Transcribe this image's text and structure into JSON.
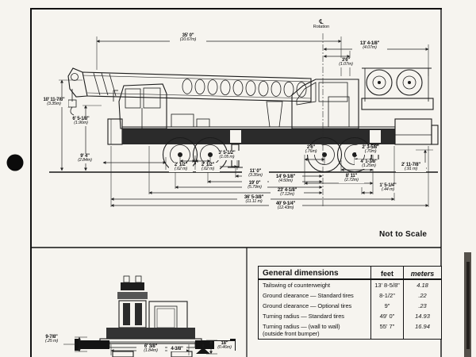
{
  "page": {
    "not_to_scale": "Not to Scale"
  },
  "side_view": {
    "rotation": {
      "symbol": "℄",
      "label": "Rotation"
    },
    "dims": {
      "boom_length": {
        "ft": "35' 0\"",
        "m": "(10.67m)"
      },
      "rot_to_rear": {
        "ft": "13' 4-1/8\"",
        "m": "(4.07m)"
      },
      "rot_to_cab": {
        "ft": "3'6\"",
        "m": "(1.07m)"
      },
      "overall_height": {
        "ft": "10' 11-7/8\"",
        "m": "(3.35m)"
      },
      "deck_height": {
        "ft": "6' 5-1/8\"",
        "m": "(1.96m)"
      },
      "front_overhang": {
        "ft": "9' 4\"",
        "m": "(2.84m)"
      },
      "front_axle_a": {
        "ft": "2' 1/2\"",
        "m": "(.62 m)"
      },
      "front_axle_b": {
        "ft": "2' 1/2\"",
        "m": "(.62 m)"
      },
      "axle_to_outrigger": {
        "ft": "3' 5-1/2\"",
        "m": "(1.05 m)"
      },
      "rear_axle_spacing": {
        "ft": "2'6\"",
        "m": "(.76m)"
      },
      "rear_axle_to_end": {
        "ft": "2' 3-5/8\"",
        "m": "(.70m)"
      },
      "rear_outrigger_span": {
        "ft": "4' 1-3/8\"",
        "m": "(1.25m)"
      },
      "rear_height": {
        "ft": "2' 11-7/8\"",
        "m": "(.91 m)"
      },
      "rear_bogie_span": {
        "ft": "8' 11\"",
        "m": "(2.72m)"
      },
      "rear_offset": {
        "ft": "1' 5-1/4\"",
        "m": "(.44 m)"
      },
      "outrigger_to_rot": {
        "ft": "11' 0\"",
        "m": "(3.35m)"
      },
      "axle2_to_rot": {
        "ft": "14' 9-1/8\"",
        "m": "(4.50m)"
      },
      "axle1_to_rot": {
        "ft": "19' 0\"",
        "m": "(5.79m)"
      },
      "front_to_rot": {
        "ft": "23' 4-1/8\"",
        "m": "(7.12m)"
      },
      "carrier_length": {
        "ft": "36' 5-3/8\"",
        "m": "(11.11 m)"
      },
      "overall_length": {
        "ft": "40' 9-1/4\"",
        "m": "(12.43m)"
      }
    }
  },
  "front_view": {
    "dims": {
      "ground_clear": {
        "ft": "9-7/8\"",
        "m": "(.25 m)"
      },
      "frame_width": {
        "ft": "6' 3/8\"",
        "m": "(1.84m)"
      },
      "offset": {
        "ft": "4-3/8\"",
        "m": ""
      },
      "pad": {
        "ft": "18\"",
        "m": "(0.46m)"
      }
    }
  },
  "table": {
    "title": "General dimensions",
    "col_feet": "feet",
    "col_meters": "meters",
    "rows": [
      {
        "label": "Tailswing of counterweight",
        "sub": "",
        "feet": "13' 8-5/8\"",
        "meters": "4.18"
      },
      {
        "label": "Ground clearance — Standard tires",
        "sub": "",
        "feet": "8-1/2\"",
        "meters": ".22"
      },
      {
        "label": "Ground clearance — Optional tires",
        "sub": "",
        "feet": "9\"",
        "meters": ".23"
      },
      {
        "label": "Turning radius — Standard tires",
        "sub": "",
        "feet": "49' 0\"",
        "meters": "14.93"
      },
      {
        "label": "Turning radius — (wall to wall)",
        "sub": "(outside front bumper)",
        "feet": "55' 7\"",
        "meters": "16.94"
      }
    ]
  }
}
